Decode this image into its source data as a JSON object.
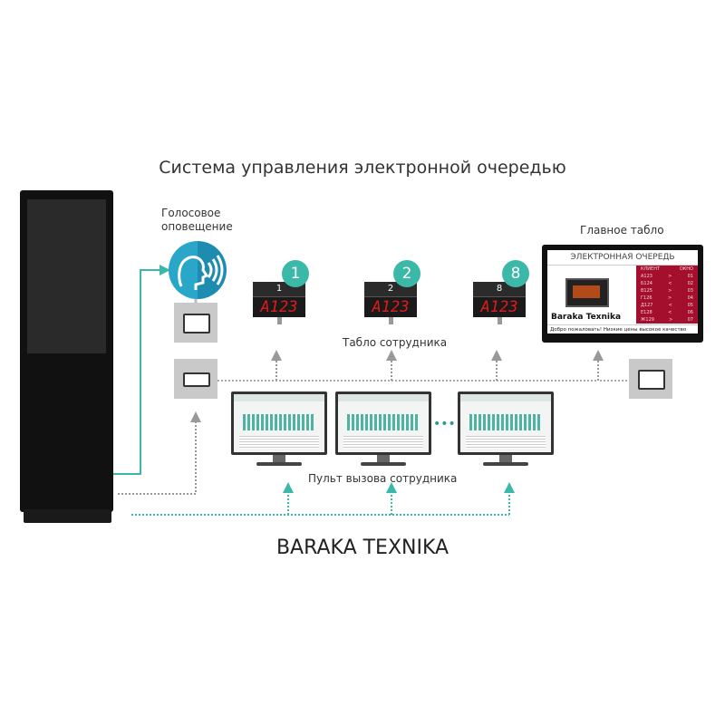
{
  "title": "Система управления электронной очередью",
  "voice": {
    "line1": "Голосовое",
    "line2": "оповещение"
  },
  "boards": [
    {
      "badge": "1",
      "number": "1",
      "led": "A123"
    },
    {
      "badge": "2",
      "number": "2",
      "led": "A123"
    },
    {
      "badge": "8",
      "number": "8",
      "led": "A123"
    }
  ],
  "boards_label": "Табло сотрудника",
  "main_board": {
    "label": "Главное табло",
    "header": "ЭЛЕКТРОННАЯ ОЧЕРЕДЬ",
    "col_client": "КЛИЕНТ",
    "col_window": "ОКНО",
    "rows": [
      [
        "A123",
        ">",
        "01"
      ],
      [
        "Б124",
        "<",
        "02"
      ],
      [
        "В125",
        ">",
        "03"
      ],
      [
        "Г126",
        ">",
        "04"
      ],
      [
        "Д127",
        "<",
        "05"
      ],
      [
        "Е128",
        "<",
        "06"
      ],
      [
        "Ж129",
        ">",
        "07"
      ]
    ],
    "brand": "Baraka Texnika",
    "ticker": "Добро пожаловать! Низкие цены высокое качество"
  },
  "consoles_label": "Пульт вызова сотрудника",
  "ellipsis": "•••",
  "brand": "BARAKA TEXNIKA",
  "colors": {
    "teal": "#3cb8a8",
    "led": "#e01b1b",
    "table": "#a50f2e"
  }
}
